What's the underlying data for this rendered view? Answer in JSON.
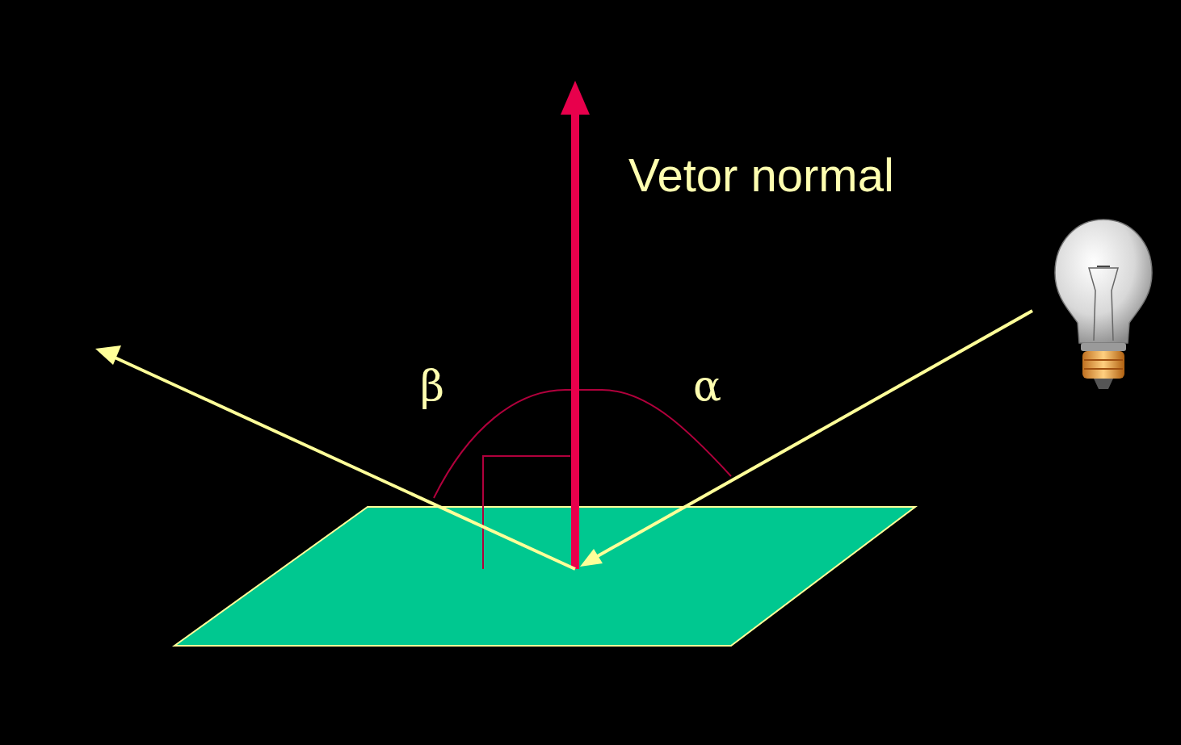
{
  "diagram": {
    "labels": [
      "Vetor normal",
      "β",
      "α"
    ]
  }
}
